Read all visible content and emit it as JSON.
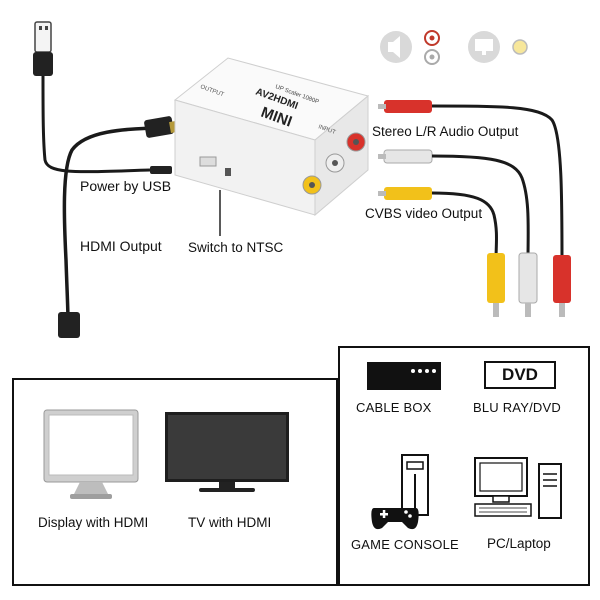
{
  "labels": {
    "power_usb": "Power by USB",
    "hdmi_output": "HDMI Output",
    "switch_ntsc": "Switch to NTSC",
    "stereo_output": "Stereo L/R Audio Output",
    "cvbs_output": "CVBS video Output"
  },
  "device": {
    "name": "MINI",
    "model": "AV2HDMI",
    "subtitle": "UP Scaler 1080P",
    "output_port": "OUTPUT",
    "input_port": "INPUT"
  },
  "outputs": [
    {
      "label": "Display with HDMI",
      "icon": "monitor-icon"
    },
    {
      "label": "TV with HDMI",
      "icon": "tv-icon"
    }
  ],
  "sources": [
    {
      "label": "CABLE BOX",
      "icon": "cable-box-icon"
    },
    {
      "label": "BLU RAY/DVD",
      "icon": "dvd-icon",
      "badge": "DVD"
    },
    {
      "label": "GAME CONSOLE",
      "icon": "game-console-icon"
    },
    {
      "label": "PC/Laptop",
      "icon": "pc-icon"
    }
  ],
  "colors": {
    "rca_red": "#d8322b",
    "rca_yellow": "#f2c11a",
    "rca_white": "#e8e8e8",
    "cable": "#1a1a1a"
  }
}
